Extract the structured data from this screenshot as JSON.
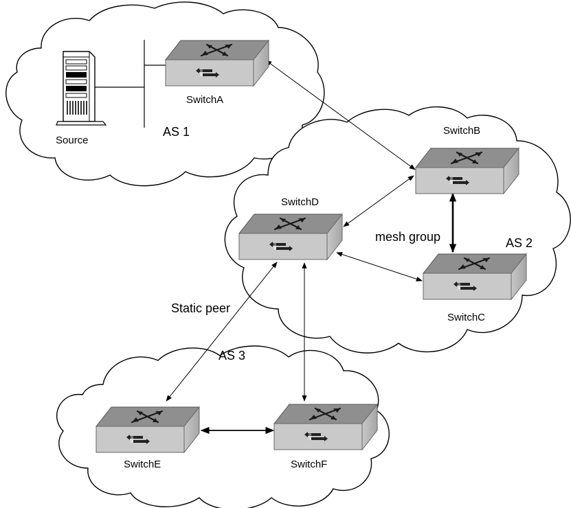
{
  "ases": {
    "as1": "AS 1",
    "as2": "AS 2",
    "as3": "AS 3"
  },
  "devices": {
    "source": "Source",
    "switch_a": "SwitchA",
    "switch_b": "SwitchB",
    "switch_c": "SwitchC",
    "switch_d": "SwitchD",
    "switch_e": "SwitchE",
    "switch_f": "SwitchF"
  },
  "links": {
    "mesh_group": "mesh group",
    "static_peer": "Static peer"
  }
}
